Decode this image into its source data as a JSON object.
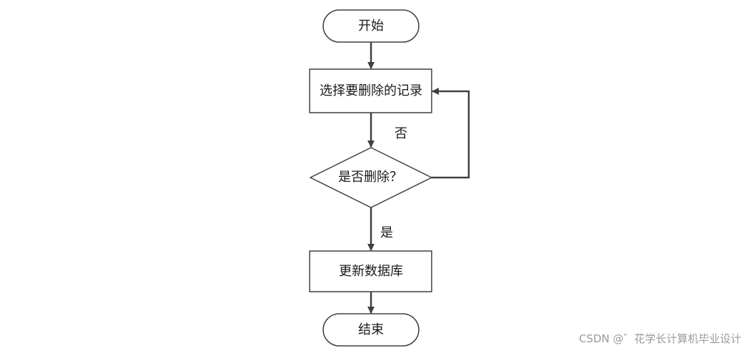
{
  "nodes": {
    "start": "开始",
    "select": "选择要删除的记录",
    "decision": "是否删除？",
    "update": "更新数据库",
    "end": "结束"
  },
  "edges": {
    "no_label": "否",
    "yes_label": "是"
  },
  "watermark": "CSDN @゛花学长计算机毕业设计",
  "colors": {
    "stroke": "#404040",
    "fill": "#ffffff",
    "text": "#1a1a1a"
  }
}
